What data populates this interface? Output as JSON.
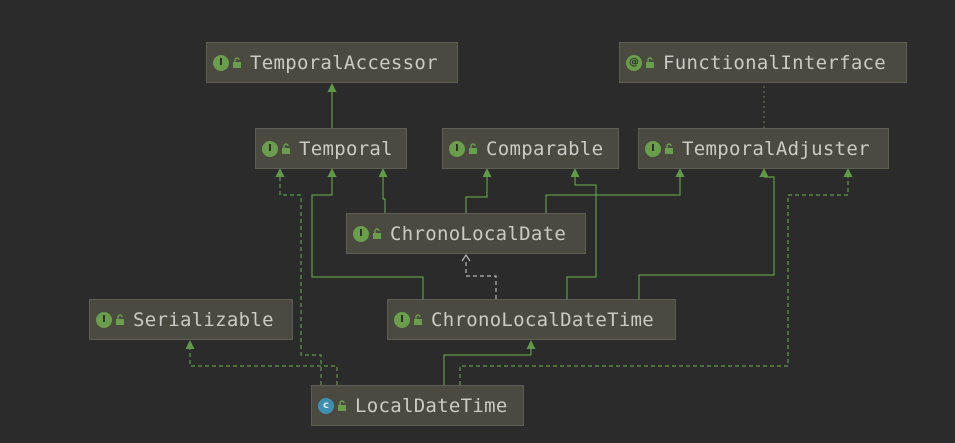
{
  "colors": {
    "background": "#2b2b2b",
    "node_fill": "#4a4a40",
    "edge_green": "#5f9a47",
    "edge_white": "#b8b8b8",
    "edge_dotted": "#6b6b55"
  },
  "nodes": {
    "temporal_accessor": {
      "label": "TemporalAccessor",
      "kind": "interface",
      "badge": "I"
    },
    "functional_interface": {
      "label": "FunctionalInterface",
      "kind": "annotation",
      "badge": "@"
    },
    "temporal": {
      "label": "Temporal",
      "kind": "interface",
      "badge": "I"
    },
    "comparable": {
      "label": "Comparable",
      "kind": "interface",
      "badge": "I"
    },
    "temporal_adjuster": {
      "label": "TemporalAdjuster",
      "kind": "interface",
      "badge": "I"
    },
    "chrono_local_date": {
      "label": "ChronoLocalDate",
      "kind": "interface",
      "badge": "I"
    },
    "serializable": {
      "label": "Serializable",
      "kind": "interface",
      "badge": "I"
    },
    "chrono_local_date_time": {
      "label": "ChronoLocalDateTime",
      "kind": "interface",
      "badge": "I"
    },
    "local_date_time": {
      "label": "LocalDateTime",
      "kind": "class",
      "badge": "c"
    }
  }
}
